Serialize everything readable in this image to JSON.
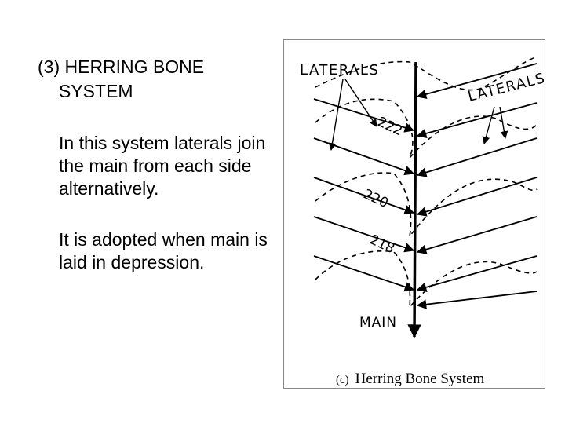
{
  "slide": {
    "heading_line1": "(3) HERRING BONE",
    "heading_line2": "SYSTEM",
    "paragraph1": "In this system laterals join the main from each side alternatively.",
    "paragraph2": "It is adopted when main is laid in depression."
  },
  "diagram": {
    "label_laterals_left": "LATERALS",
    "label_laterals_right": "LATERALS",
    "contour_222": "222",
    "contour_220": "220",
    "contour_218": "218",
    "label_main": "MAIN",
    "caption_prefix": "(c)",
    "caption_title": "Herring Bone System"
  }
}
